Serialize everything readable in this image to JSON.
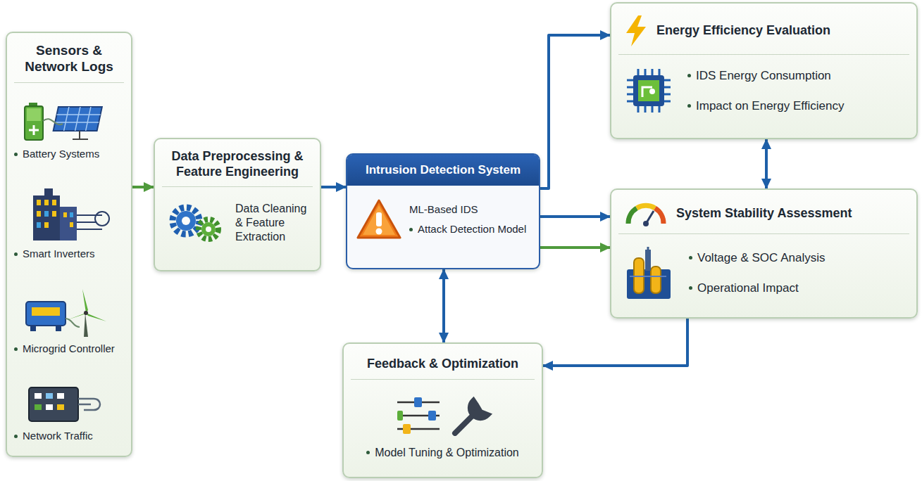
{
  "diagram": {
    "nodes": [
      {
        "text": [
          "Sensors & Network Logs",
          "Battery Systems",
          "Smart Inverters",
          "Microgrid Controller",
          "Network Traffic"
        ]
      },
      {
        "text": [
          "Data Preprocessing & Feature Engineering",
          "Data Cleaning & Feature Extraction"
        ]
      },
      {
        "text": [
          "Intrusion Detection System",
          "ML-Based IDS",
          "Attack Detection Model"
        ]
      },
      {
        "text": [
          "Energy Efficiency Evaluation",
          "IDS Energy Consumption",
          "Impact on Energy Efficiency"
        ]
      },
      {
        "text": [
          "System Stability Assessment",
          "Voltage & SOC Analysis",
          "Operational Impact"
        ]
      },
      {
        "text": [
          "Feedback & Optimization",
          "Model Tuning & Optimization"
        ]
      }
    ],
    "edges": [
      {
        "from": 0,
        "to": 1,
        "arrow": "to"
      },
      {
        "from": 1,
        "to": 2,
        "arrow": "to"
      },
      {
        "from": 2,
        "to": 3,
        "arrow": "to"
      },
      {
        "from": 2,
        "to": 4,
        "arrow": "to"
      },
      {
        "from": 2,
        "to": 4,
        "arrow": "to"
      },
      {
        "from": 3,
        "to": 4,
        "arrow": "both"
      },
      {
        "from": 2,
        "to": 5,
        "arrow": "both"
      },
      {
        "from": 4,
        "to": 5,
        "arrow": "to"
      }
    ]
  }
}
